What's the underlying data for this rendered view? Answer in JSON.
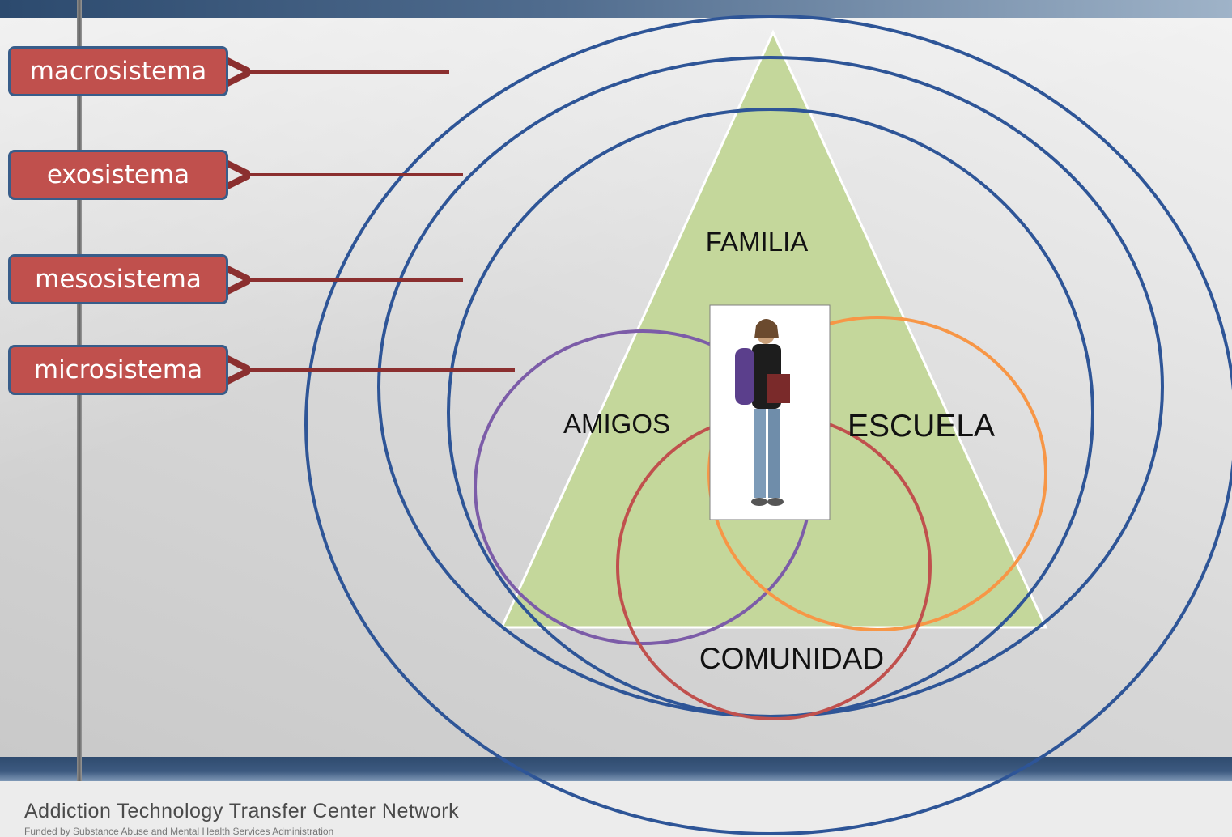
{
  "labels": {
    "macro": "macrosistema",
    "exo": "exosistema",
    "meso": "mesosistema",
    "micro": "microsistema"
  },
  "diagram": {
    "familia": "FAMILIA",
    "amigos": "AMIGOS",
    "escuela": "ESCUELA",
    "comunidad": "COMUNIDAD"
  },
  "footer": {
    "org": "Addiction Technology Transfer Center Network",
    "funded": "Funded by Substance Abuse and Mental Health Services Administration"
  },
  "colors": {
    "label_fill": "#c0504d",
    "label_border": "#385d8a",
    "arrow": "#8b2f2f",
    "ring": "#2e5597",
    "triangle": "#c4d79b",
    "amigos_circle": "#7c5ca8",
    "escuela_circle": "#f79646",
    "comunidad_circle": "#c0504d"
  },
  "icons": {
    "student": "student-with-backpack-photo"
  }
}
